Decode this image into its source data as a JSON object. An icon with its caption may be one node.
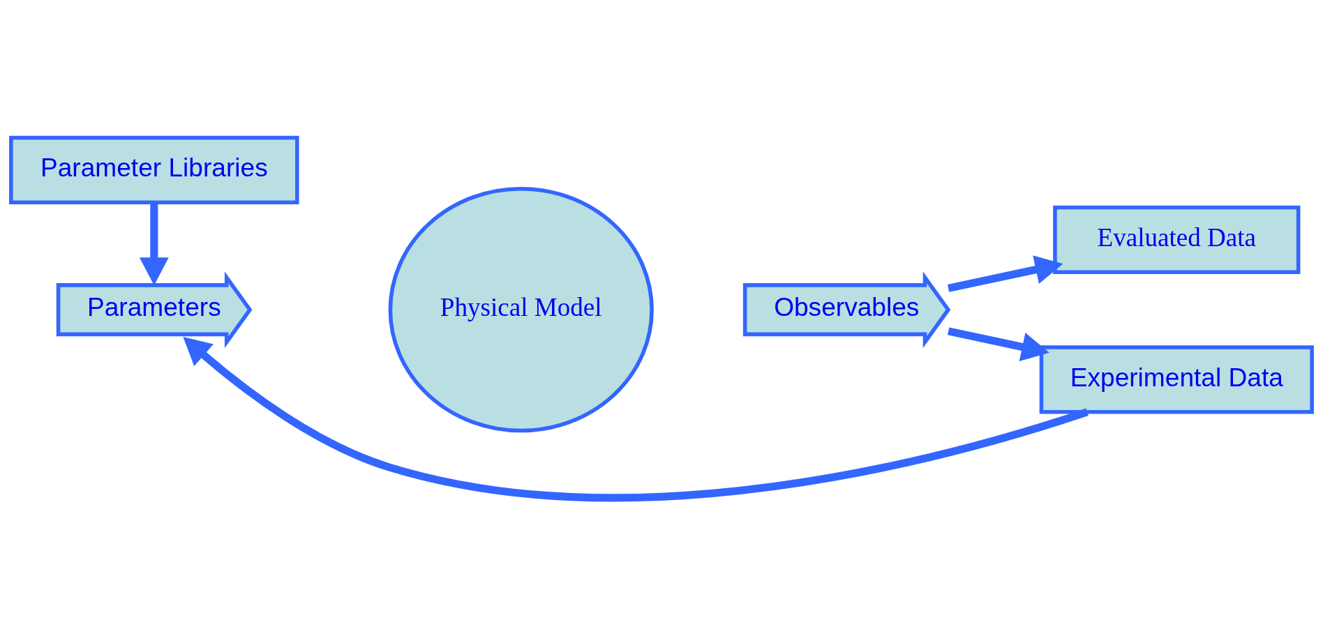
{
  "diagram": {
    "nodes": [
      {
        "text": [
          "Parameter Libraries"
        ]
      },
      {
        "text": [
          "Parameters"
        ]
      },
      {
        "text": [
          "Physical Model"
        ]
      },
      {
        "text": [
          "Observables"
        ]
      },
      {
        "text": [
          "Evaluated Data"
        ]
      },
      {
        "text": [
          "Experimental Data"
        ]
      }
    ],
    "edges": [
      {
        "from": 0,
        "to": 1,
        "arrow": "to"
      },
      {
        "from": 3,
        "to": 4,
        "arrow": "to"
      },
      {
        "from": 3,
        "to": 5,
        "arrow": "to"
      },
      {
        "from": 5,
        "to": 1,
        "arrow": "to"
      }
    ]
  }
}
